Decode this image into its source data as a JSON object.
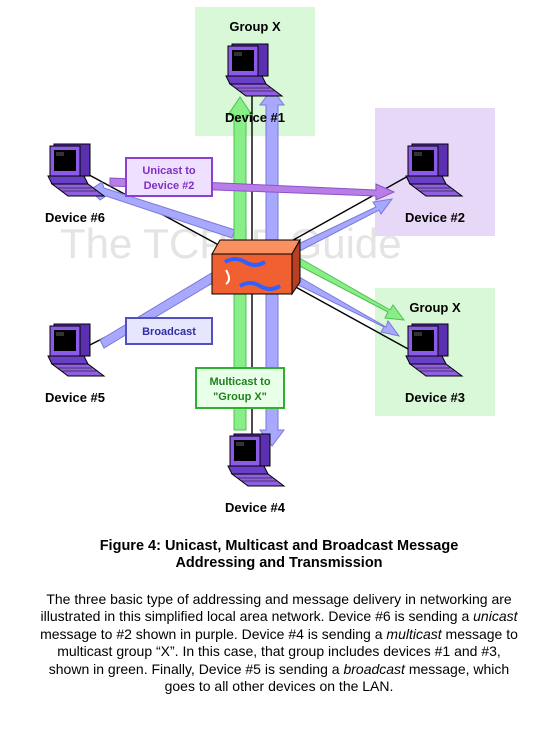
{
  "watermark": "The TCP/IP Guide",
  "devices": {
    "d1": {
      "label": "Device #1",
      "group": "Group X"
    },
    "d2": {
      "label": "Device #2"
    },
    "d3": {
      "label": "Device #3",
      "group": "Group X"
    },
    "d4": {
      "label": "Device #4"
    },
    "d5": {
      "label": "Device #5"
    },
    "d6": {
      "label": "Device #6"
    }
  },
  "callouts": {
    "unicast": {
      "line1": "Unicast to",
      "line2": "Device #2"
    },
    "broadcast": {
      "line1": "Broadcast"
    },
    "multicast": {
      "line1": "Multicast to",
      "line2": "\"Group X\""
    }
  },
  "colors": {
    "unicast": "#b87ee8",
    "multicast": "#88ee88",
    "broadcast": "#a8a8ff",
    "group_bg": "#d8f8d8",
    "unicast_bg": "#e8d8f8",
    "switch": "#f06030"
  },
  "caption": {
    "title_line1": "Figure 4: Unicast, Multicast and Broadcast Message",
    "title_line2": "Addressing and Transmission",
    "body": [
      {
        "text": "The three basic type of addressing and message delivery in networking are illustrated in this simplified local area network. Device #6 is sending a "
      },
      {
        "text": "unicast",
        "em": true
      },
      {
        "text": " message to #2 shown in purple. Device #4 is sending a "
      },
      {
        "text": "multicast",
        "em": true
      },
      {
        "text": " message to multicast group “X”. In this case, that group includes devices #1 and #3, shown in green. Finally, Device #5 is sending a "
      },
      {
        "text": "broadcast",
        "em": true
      },
      {
        "text": " message, which goes to all other devices on the LAN."
      }
    ]
  }
}
